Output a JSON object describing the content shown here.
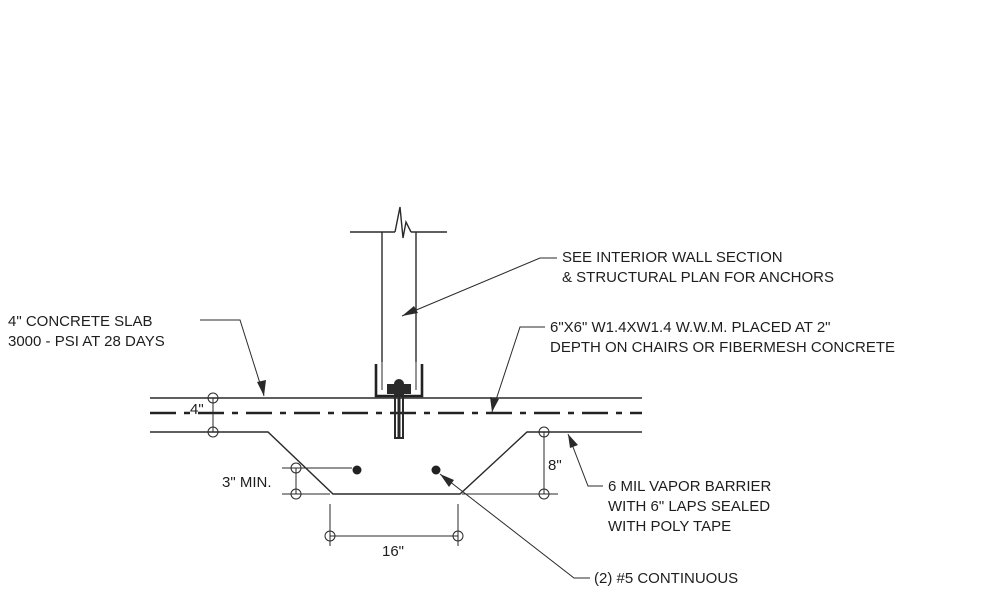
{
  "notes": {
    "wall_line1": "SEE INTERIOR WALL SECTION",
    "wall_line2": "& STRUCTURAL PLAN FOR ANCHORS",
    "slab_line1": "4\" CONCRETE SLAB",
    "slab_line2": "3000 - PSI AT 28 DAYS",
    "wwm_line1": "6\"X6\" W1.4XW1.4 W.W.M. PLACED AT 2\"",
    "wwm_line2": "DEPTH ON CHAIRS OR FIBERMESH CONCRETE",
    "vapor_line1": "6 MIL VAPOR BARRIER",
    "vapor_line2": "WITH 6\" LAPS SEALED",
    "vapor_line3": "WITH POLY TAPE",
    "rebar": "(2) #5 CONTINUOUS"
  },
  "dimensions": {
    "slab_thickness": "4\"",
    "cover": "3\" MIN.",
    "footing_depth": "8\"",
    "footing_width": "16\""
  },
  "colors": {
    "ink": "#2a2a2a",
    "paper": "#ffffff"
  }
}
